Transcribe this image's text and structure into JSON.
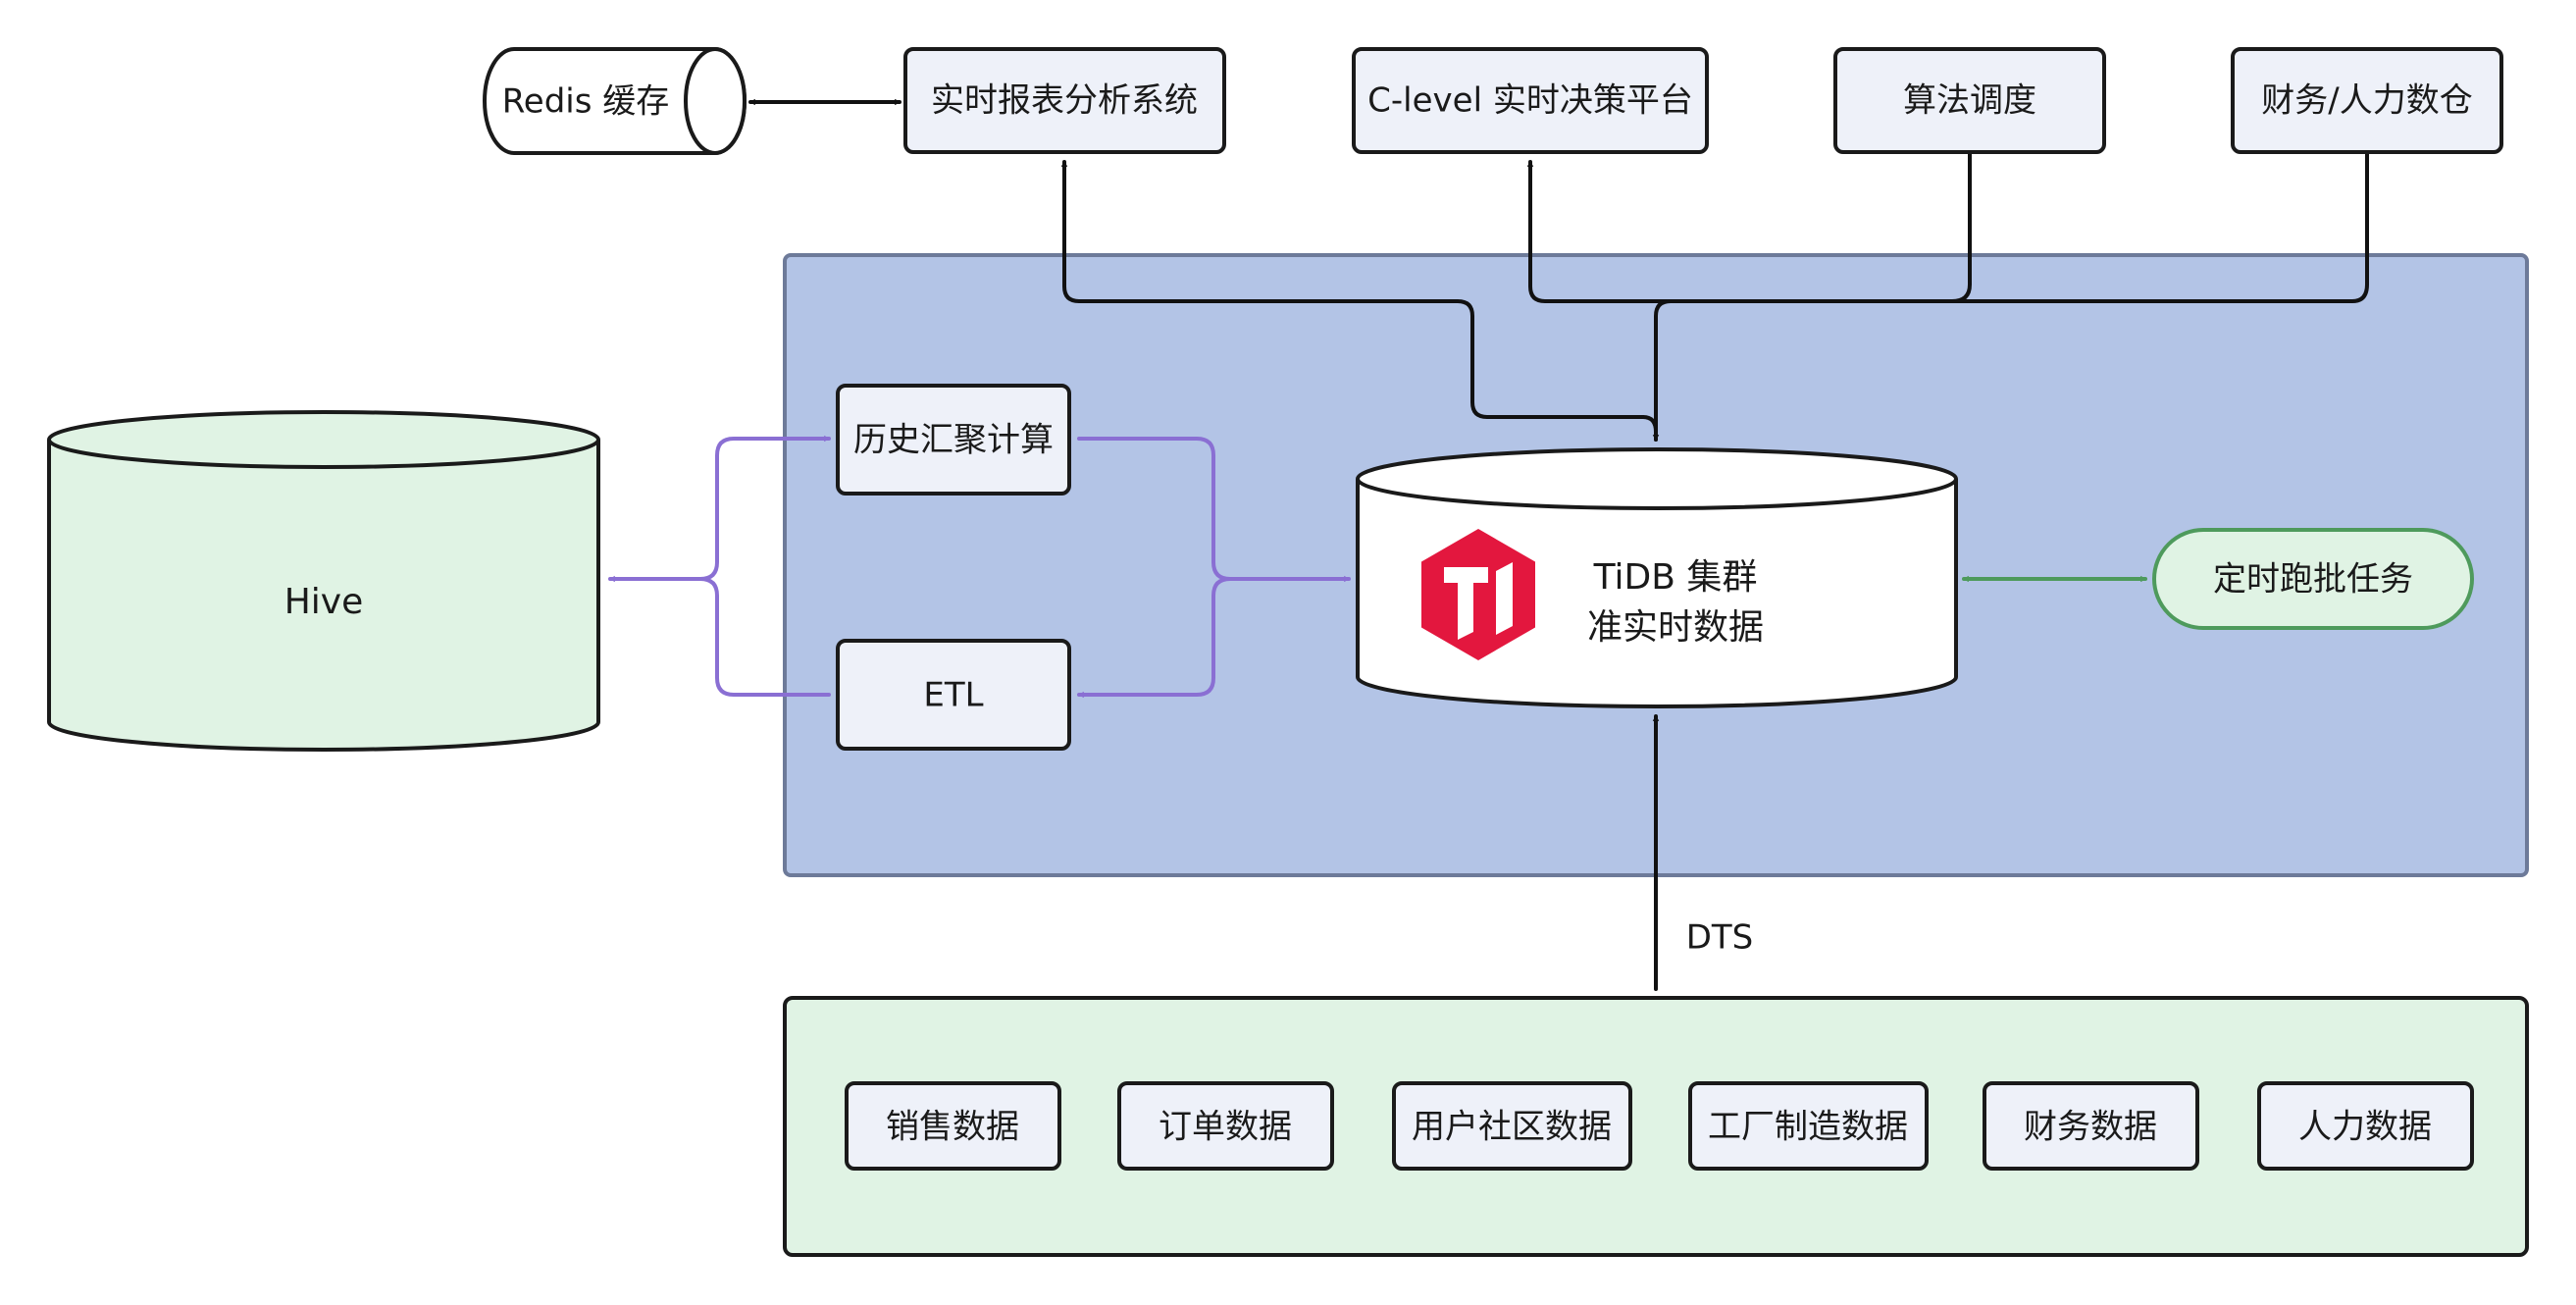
{
  "colors": {
    "region_blue_fill": "#b3c4e6",
    "region_blue_stroke": "#6d7a99",
    "region_green_fill": "#e0f3e4",
    "hive_fill": "#e0f3e4",
    "box_fill": "#eef1f9",
    "purple_edge": "#8a6fd3",
    "green_edge": "#4e9a5c",
    "task_fill": "#e0f3e4",
    "task_stroke": "#4e9a5c",
    "logo_red": "#e3173e"
  },
  "top_nodes": {
    "redis": "Redis 缓存",
    "report_system": "实时报表分析系统",
    "clevel": "C-level 实时决策平台",
    "algorithm": "算法调度",
    "finance_hr_dw": "财务/人力数仓"
  },
  "hive": "Hive",
  "history_agg": "历史汇聚计算",
  "etl": "ETL",
  "tidb": {
    "line1": "TiDB 集群",
    "line2": "准实时数据",
    "logo_icon": "tidb-logo-icon"
  },
  "batch_task": "定时跑批任务",
  "dts_label": "DTS",
  "sources": [
    "销售数据",
    "订单数据",
    "用户社区数据",
    "工厂制造数据",
    "财务数据",
    "人力数据"
  ]
}
